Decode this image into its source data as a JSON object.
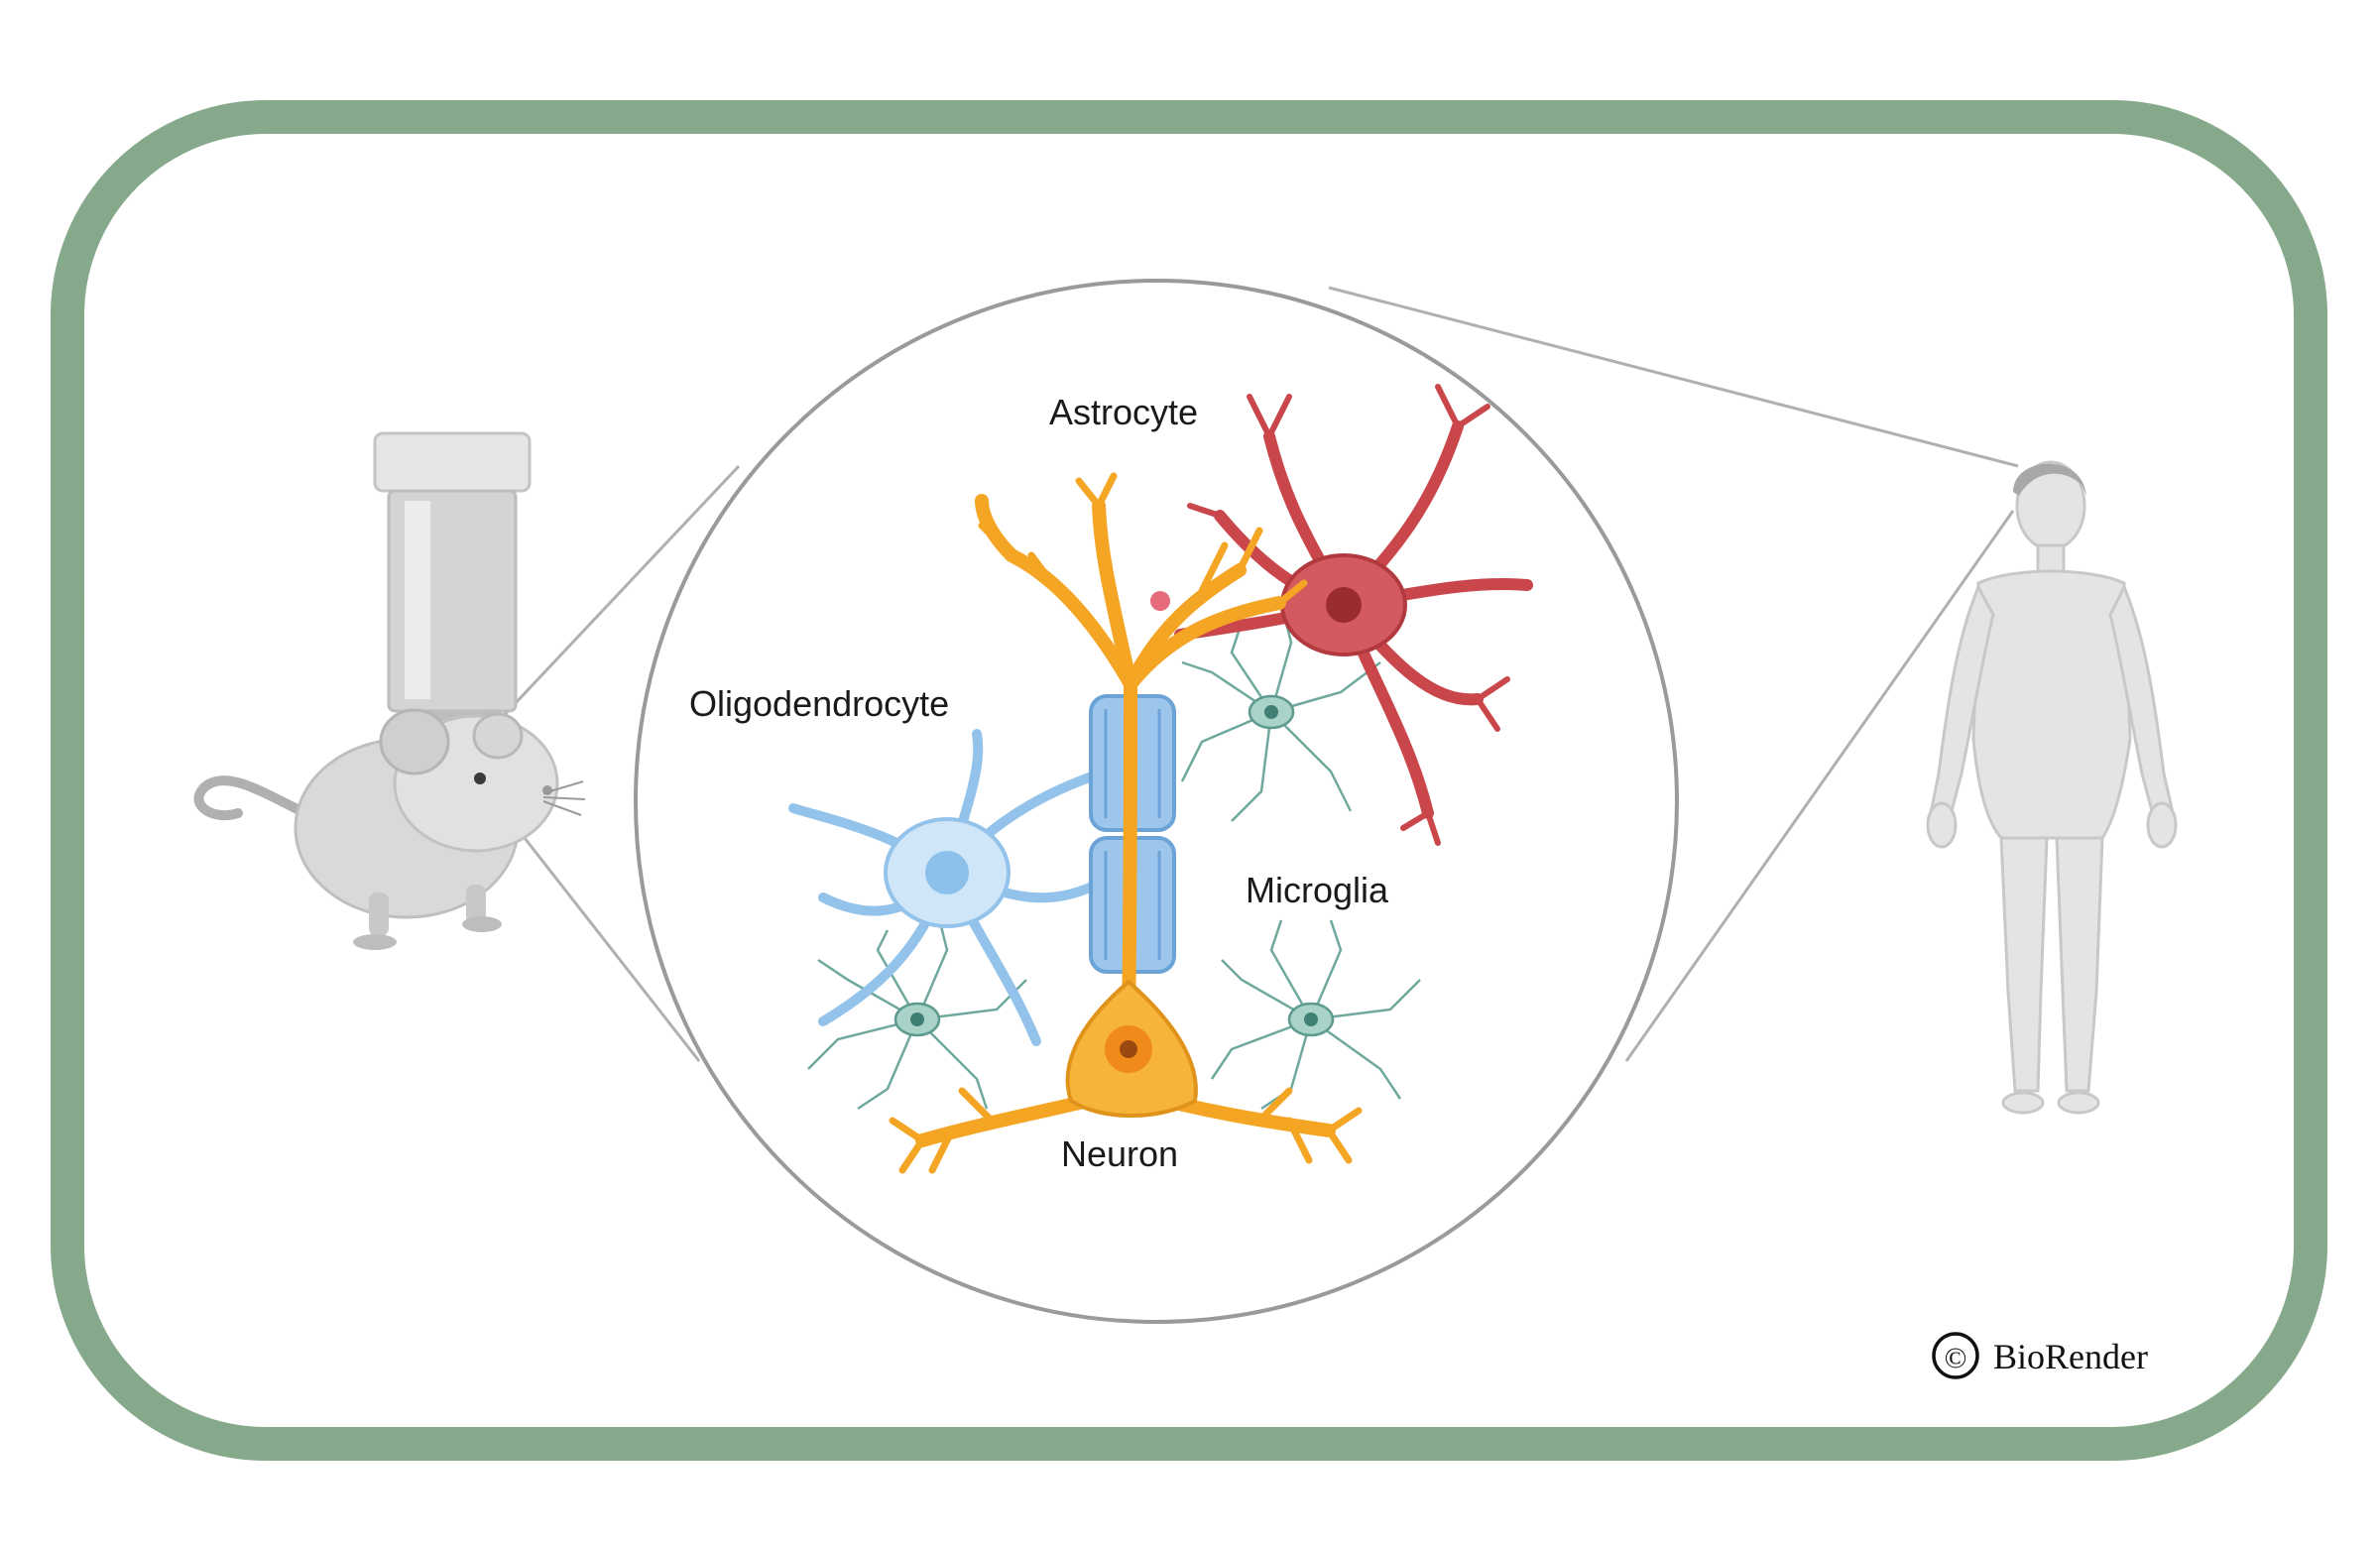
{
  "frame": {
    "border_color": "#85a98a",
    "background": "#ffffff"
  },
  "labels": {
    "astrocyte": "Astrocyte",
    "oligodendrocyte": "Oligodendrocyte",
    "microglia": "Microglia",
    "neuron": "Neuron"
  },
  "credit": {
    "symbol": "©",
    "text": "BioRender"
  },
  "icons": [
    "mouse-icon",
    "microscope-objective-icon",
    "human-body-icon",
    "neuron-icon",
    "astrocyte-icon",
    "oligodendrocyte-icon",
    "microglia-icon"
  ],
  "colors": {
    "neuron": "#f5a524",
    "astrocyte": "#c9474b",
    "oligodendrocyte": "#a9d2f2",
    "myelin": "#7fb4e3",
    "microglia": "#5d9a8f",
    "mouse": "#d8d8d8",
    "human": "#e2e2e2",
    "zoom_lines": "#aaaaaa"
  }
}
